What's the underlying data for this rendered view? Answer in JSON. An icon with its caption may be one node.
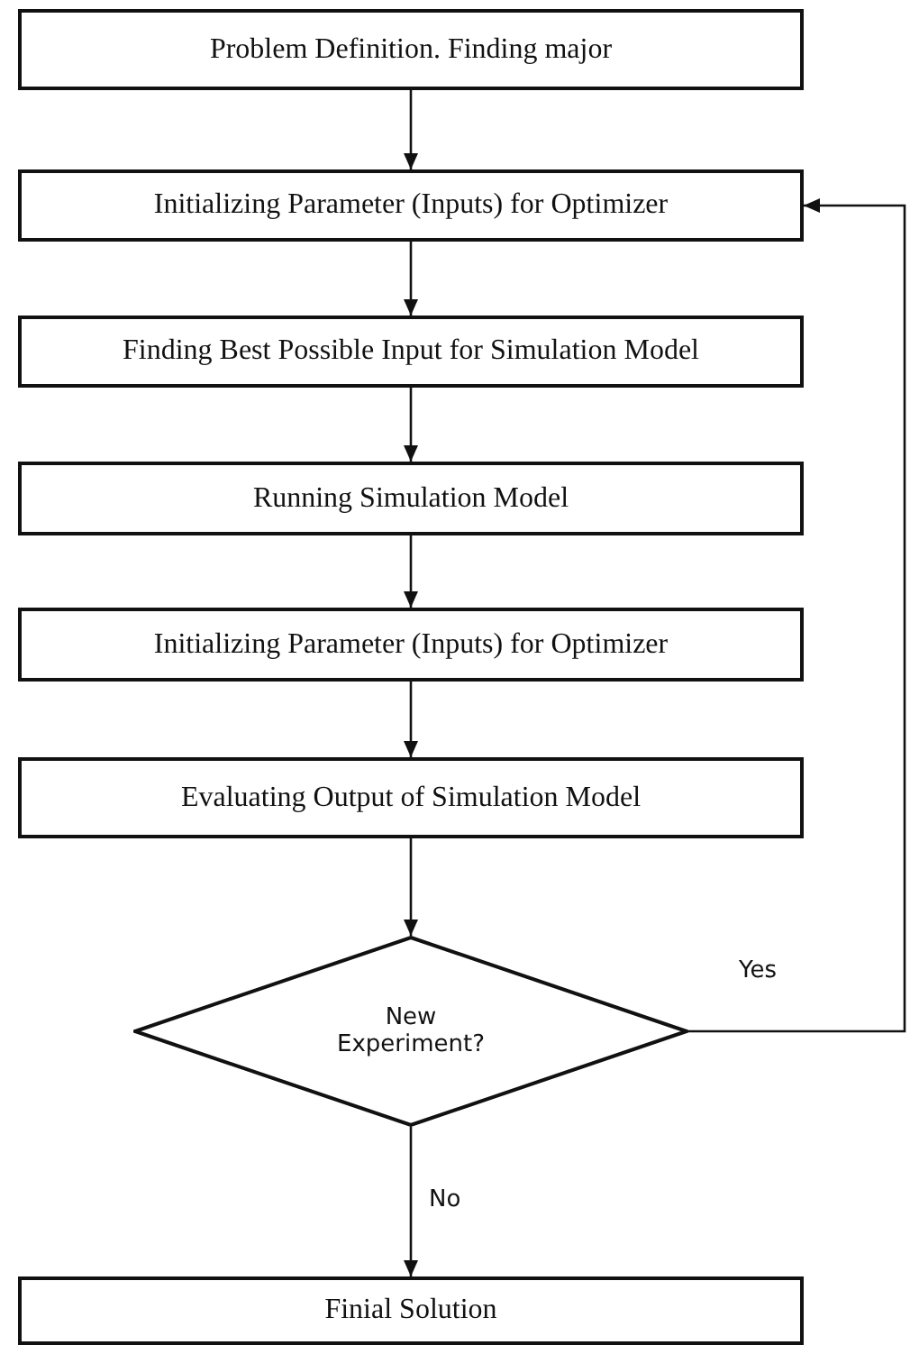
{
  "diagram": {
    "nodes": [
      {
        "text": [
          "Problem Definition. Finding major"
        ]
      },
      {
        "text": [
          "Initializing Parameter (Inputs) for Optimizer"
        ]
      },
      {
        "text": [
          "Finding Best Possible Input for Simulation Model"
        ]
      },
      {
        "text": [
          "Running Simulation Model"
        ]
      },
      {
        "text": [
          "Initializing Parameter (Inputs) for Optimizer"
        ]
      },
      {
        "text": [
          "Evaluating Output of Simulation Model"
        ]
      },
      {
        "text": [
          "New Experiment?"
        ]
      },
      {
        "text": [
          "Finial Solution"
        ]
      }
    ],
    "edges": [
      {
        "from": 0,
        "to": 1,
        "arrow": "to"
      },
      {
        "from": 1,
        "to": 2,
        "arrow": "to"
      },
      {
        "from": 2,
        "to": 3,
        "arrow": "to"
      },
      {
        "from": 3,
        "to": 4,
        "arrow": "to"
      },
      {
        "from": 4,
        "to": 5,
        "arrow": "to"
      },
      {
        "from": 5,
        "to": 6,
        "arrow": "to"
      },
      {
        "from": 6,
        "to": 7,
        "arrow": "to",
        "label": "No"
      },
      {
        "from": 6,
        "to": 1,
        "arrow": "to",
        "label": "Yes"
      }
    ]
  }
}
